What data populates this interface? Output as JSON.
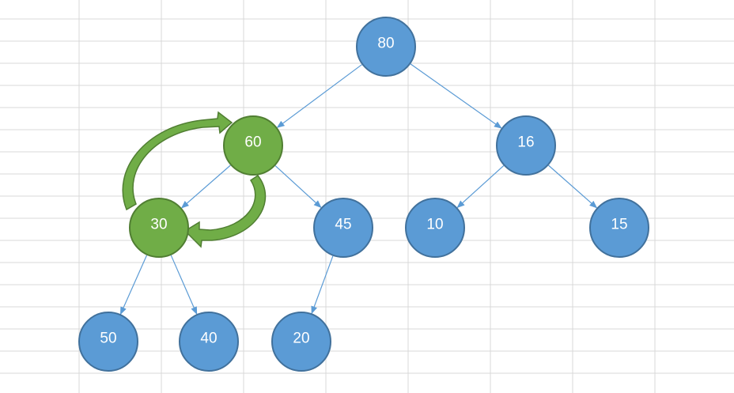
{
  "colors": {
    "node_default": "#5b9bd5",
    "node_default_stroke": "#41719c",
    "node_highlight": "#70ad47",
    "node_highlight_stroke": "#507e32",
    "edge": "#5b9bd5",
    "swap_arrow": "#70ad47",
    "gridline": "#d9d9d9"
  },
  "tree": {
    "nodes": [
      {
        "id": "n80",
        "label": "80",
        "state": "default"
      },
      {
        "id": "n60",
        "label": "60",
        "state": "highlight"
      },
      {
        "id": "n16",
        "label": "16",
        "state": "default"
      },
      {
        "id": "n30",
        "label": "30",
        "state": "highlight"
      },
      {
        "id": "n45",
        "label": "45",
        "state": "default"
      },
      {
        "id": "n10",
        "label": "10",
        "state": "default"
      },
      {
        "id": "n15",
        "label": "15",
        "state": "default"
      },
      {
        "id": "n50",
        "label": "50",
        "state": "default"
      },
      {
        "id": "n40",
        "label": "40",
        "state": "default"
      },
      {
        "id": "n20",
        "label": "20",
        "state": "default"
      }
    ],
    "edges": [
      {
        "from": "n80",
        "to": "n60"
      },
      {
        "from": "n80",
        "to": "n16"
      },
      {
        "from": "n60",
        "to": "n30"
      },
      {
        "from": "n60",
        "to": "n45"
      },
      {
        "from": "n16",
        "to": "n10"
      },
      {
        "from": "n16",
        "to": "n15"
      },
      {
        "from": "n30",
        "to": "n50"
      },
      {
        "from": "n30",
        "to": "n40"
      },
      {
        "from": "n45",
        "to": "n20"
      }
    ],
    "swap": {
      "between": [
        "n30",
        "n60"
      ],
      "icon": "curved-swap-arrows"
    }
  }
}
